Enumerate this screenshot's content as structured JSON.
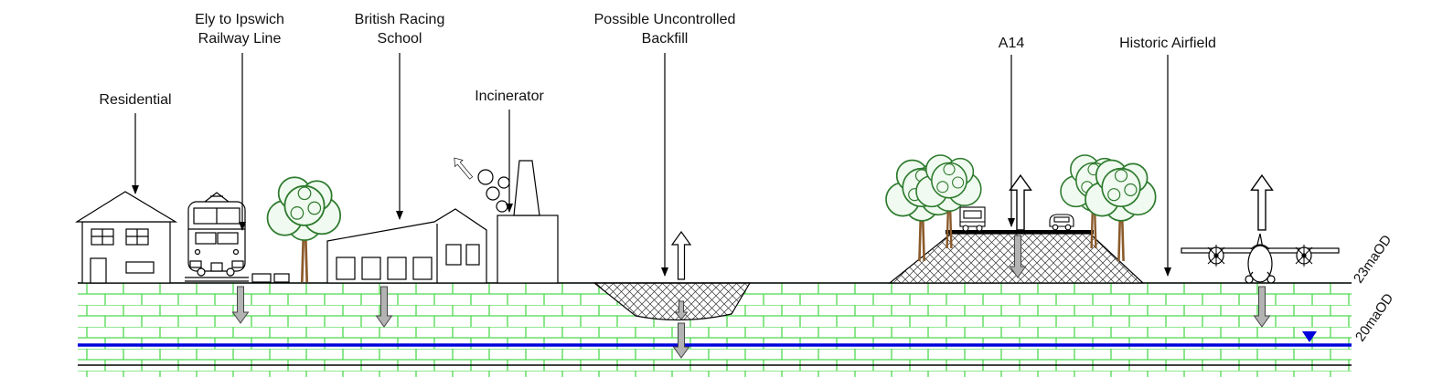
{
  "diagram": {
    "labels": {
      "residential": "Residential",
      "railway": "Ely to Ipswich\nRailway Line",
      "racing_school": "British Racing\nSchool",
      "incinerator": "Incinerator",
      "backfill": "Possible Uncontrolled\nBackfill",
      "a14": "A14",
      "airfield": "Historic Airfield",
      "level_upper": "23maOD",
      "level_lower": "20maOD"
    },
    "colors": {
      "chalk_brick_hatch": "#4fd94f",
      "groundwater": "#0000dd",
      "pathway_arrow_fill": "#b3b3b3",
      "foliage": "#2d7a2d",
      "trunk": "#8b5a2b",
      "outline": "#000000"
    }
  }
}
